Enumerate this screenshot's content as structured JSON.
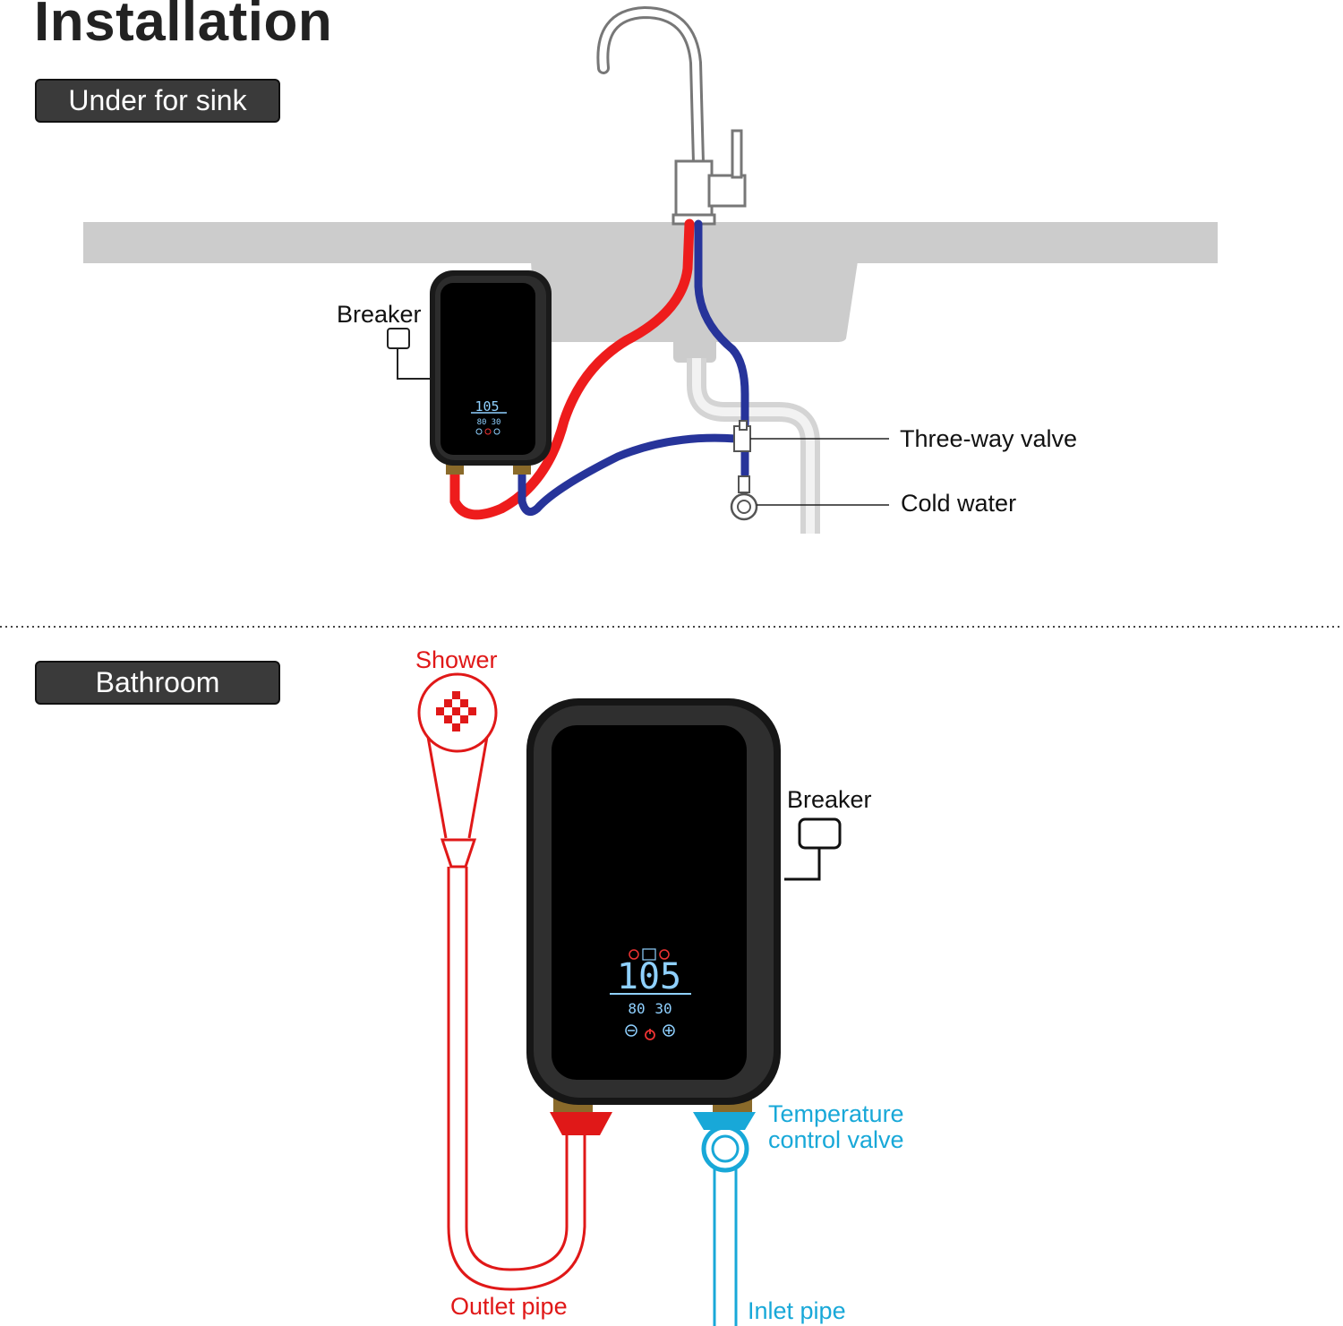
{
  "title": "Installation",
  "sections": {
    "sink": {
      "badge": "Under for sink",
      "labels": {
        "breaker": "Breaker",
        "three_way_valve": "Three-way valve",
        "cold_water": "Cold water"
      },
      "display": {
        "main": "105",
        "sub_left": "80",
        "sub_right": "30"
      }
    },
    "bathroom": {
      "badge": "Bathroom",
      "labels": {
        "shower": "Shower",
        "breaker": "Breaker",
        "temperature_line1": "Temperature",
        "temperature_line2": "control valve",
        "outlet_pipe": "Outlet pipe",
        "inlet_pipe": "Inlet pipe"
      },
      "display": {
        "main": "105",
        "sub_left": "80",
        "sub_right": "30"
      }
    }
  },
  "colors": {
    "hot_pipe": "#ee1c1c",
    "cold_pipe": "#27349a",
    "shower_red": "#e01818",
    "inlet_blue": "#18a8d8",
    "sink_gray": "#cccccc",
    "lcd_blue": "#8fd0ff"
  }
}
